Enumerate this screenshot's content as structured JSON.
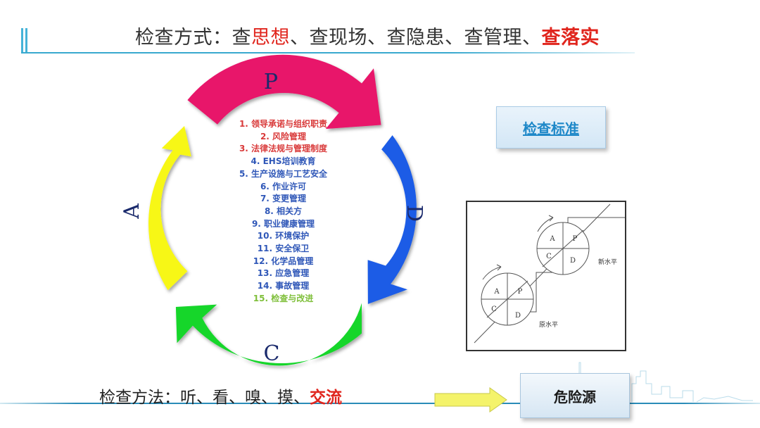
{
  "title": {
    "prefix": "检查方式：查",
    "thought": "思想",
    "sep1": "、查现场、查隐患、查管理、",
    "last": "查落实"
  },
  "cycle": {
    "p": "P",
    "d": "D",
    "c": "C",
    "a": "A",
    "colors": {
      "p": "#e8196a",
      "d": "#1a5ce6",
      "c": "#15d62a",
      "a": "#f7f719"
    }
  },
  "checklist": [
    {
      "text": "1.  领导承诺与组织职责",
      "style": "red"
    },
    {
      "text": "2.  风险管理",
      "style": "red"
    },
    {
      "text": "3.  法律法规与管理制度",
      "style": "red"
    },
    {
      "text": "4.  EHS培训教育",
      "style": "blue"
    },
    {
      "text": "5.  生产设施与工艺安全",
      "style": "blue"
    },
    {
      "text": "6.  作业许可",
      "style": "blue"
    },
    {
      "text": "7.  变更管理",
      "style": "blue"
    },
    {
      "text": "8.  相关方",
      "style": "blue"
    },
    {
      "text": "9.  职业健康管理",
      "style": "blue"
    },
    {
      "text": "10.  环境保护",
      "style": "blue"
    },
    {
      "text": "11.  安全保卫",
      "style": "blue"
    },
    {
      "text": "12.  化学品管理",
      "style": "blue"
    },
    {
      "text": "13.  应急管理",
      "style": "blue"
    },
    {
      "text": "14.  事故管理",
      "style": "blue"
    },
    {
      "text": "15.  检查与改进",
      "style": "green"
    }
  ],
  "standard_button": "检查标准",
  "pdca_figure": {
    "upper": {
      "a": "A",
      "p": "P",
      "c": "C",
      "d": "D"
    },
    "lower": {
      "a": "A",
      "p": "P",
      "c": "C",
      "d": "D"
    },
    "new_level": "新水平",
    "old_level": "原水平"
  },
  "method": {
    "prefix": "检查方法：听、看、嗅、摸、",
    "last": "交流"
  },
  "hazard_button": "危险源"
}
